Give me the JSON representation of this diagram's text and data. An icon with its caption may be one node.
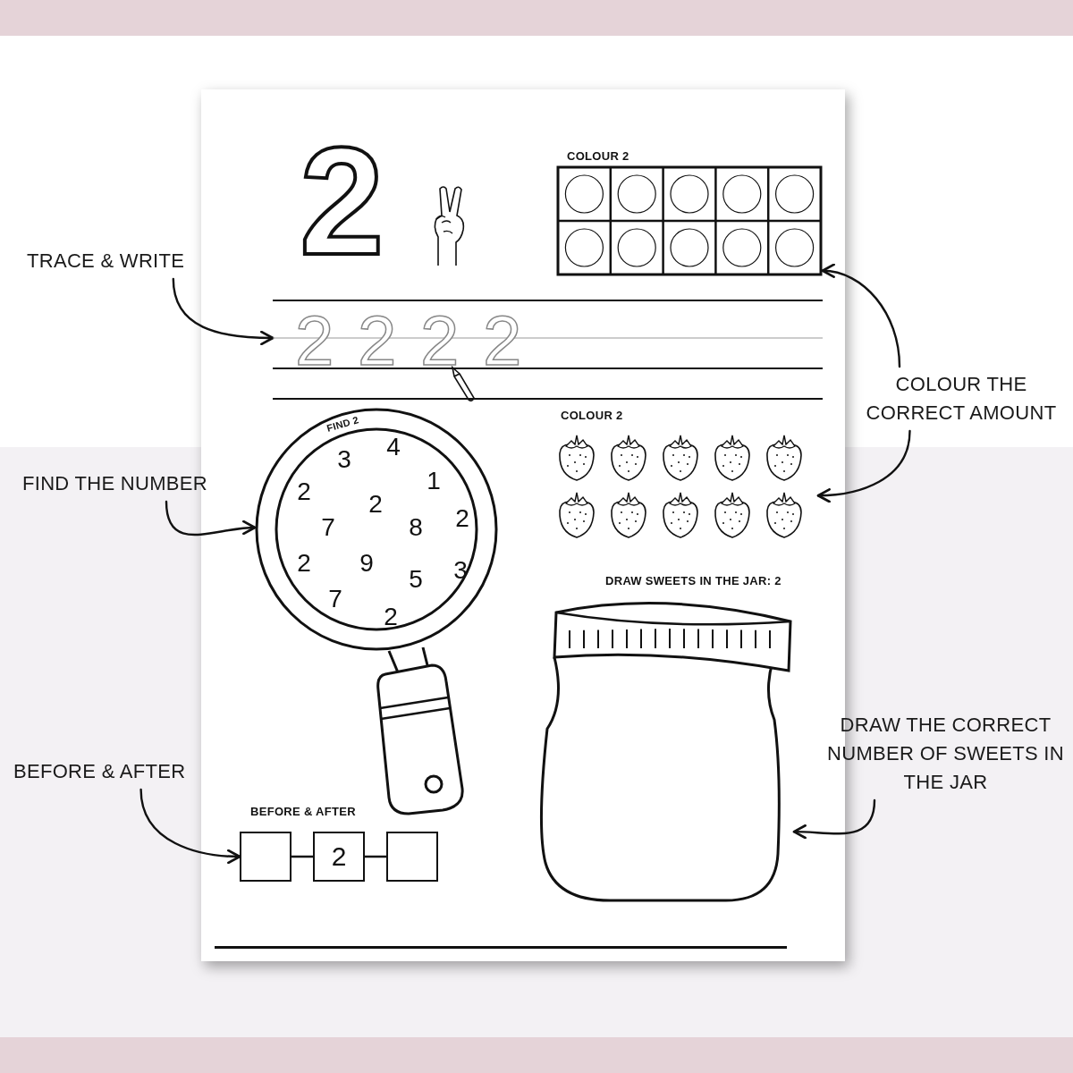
{
  "diagram": {
    "nodes": [
      {
        "text": [
          "TRACE & WRITE"
        ]
      },
      {
        "text": [
          "2",
          "2",
          "2",
          "2"
        ]
      },
      {
        "text": [
          "COLOUR THE CORRECT AMOUNT"
        ]
      },
      {
        "text": [
          "COLOUR 2"
        ]
      },
      {
        "text": [
          "COLOUR 2"
        ]
      },
      {
        "text": [
          "FIND THE NUMBER"
        ]
      },
      {
        "text": [
          "FIND 2",
          "3",
          "4",
          "2",
          "1",
          "2",
          "7",
          "8",
          "2",
          "2",
          "9",
          "5",
          "3",
          "7",
          "2"
        ]
      },
      {
        "text": [
          "BEFORE & AFTER"
        ]
      },
      {
        "text": [
          "BEFORE & AFTER"
        ]
      },
      {
        "text": [],
        "shape": "box",
        "in": 8
      },
      {
        "text": [
          "2"
        ],
        "in": 8
      },
      {
        "text": [],
        "shape": "box",
        "in": 8
      },
      {
        "text": [
          "DRAW THE CORRECT NUMBER OF SWEETS IN THE JAR"
        ]
      },
      {
        "text": [
          "DRAW SWEETS IN THE JAR: 2"
        ]
      }
    ],
    "edges": [
      {
        "from": 0,
        "to": 1,
        "arrow": "to"
      },
      {
        "from": 2,
        "to": 3,
        "arrow": "to"
      },
      {
        "from": 2,
        "to": 4,
        "arrow": "to"
      },
      {
        "from": 5,
        "to": 6,
        "arrow": "to"
      },
      {
        "from": 7,
        "to": 9,
        "arrow": "to"
      },
      {
        "from": 9,
        "to": 10,
        "arrow": "none"
      },
      {
        "from": 10,
        "to": 11,
        "arrow": "none"
      },
      {
        "from": 12,
        "to": 13,
        "arrow": "to"
      }
    ],
    "labels": [
      "2"
    ]
  }
}
